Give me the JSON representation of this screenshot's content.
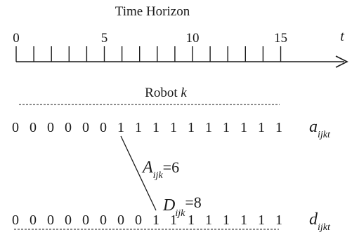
{
  "timeline": {
    "title": "Time Horizon",
    "axis_variable": "t",
    "tick_labels": [
      "0",
      "5",
      "10",
      "15"
    ],
    "tick_count": 16
  },
  "robot": {
    "label": "Robot",
    "index": "k"
  },
  "rows": [
    {
      "id": "a",
      "bits": [
        "0",
        "0",
        "0",
        "0",
        "0",
        "0",
        "1",
        "1",
        "1",
        "1",
        "1",
        "1",
        "1",
        "1",
        "1",
        "1"
      ],
      "var": "a",
      "subscript": "ijkt"
    },
    {
      "id": "d",
      "bits": [
        "0",
        "0",
        "0",
        "0",
        "0",
        "0",
        "0",
        "0",
        "1",
        "1",
        "1",
        "1",
        "1",
        "1",
        "1",
        "1"
      ],
      "var": "d",
      "subscript": "ijkt"
    }
  ],
  "annotations": [
    {
      "id": "A",
      "var": "A",
      "subscript": "ijk",
      "equals": "=6",
      "time": 6
    },
    {
      "id": "D",
      "var": "D",
      "subscript": "ijk",
      "equals": "=8",
      "time": 8
    }
  ]
}
